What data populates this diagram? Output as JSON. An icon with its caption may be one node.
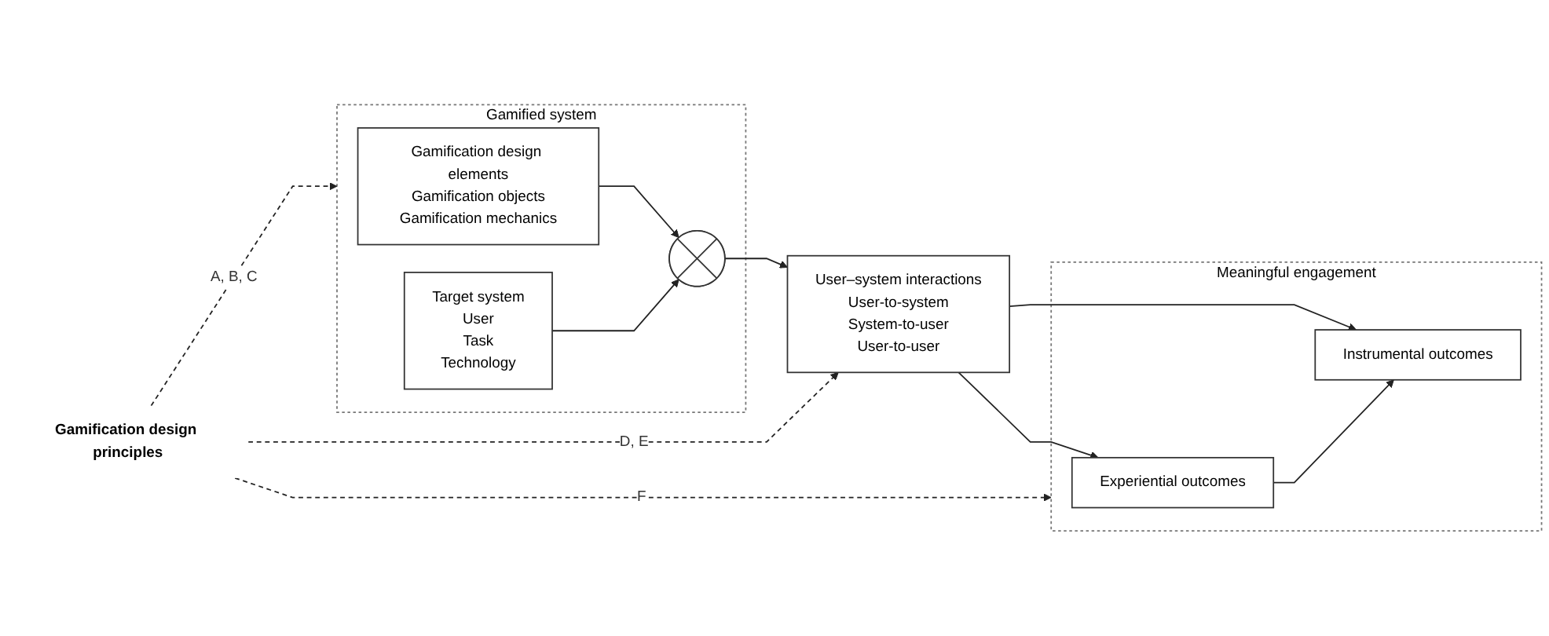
{
  "diagram": {
    "nodes": [
      {
        "text": [
          "Gamified system"
        ]
      },
      {
        "text": [
          "Gamification design elements",
          "Gamification objects",
          "Gamification mechanics"
        ],
        "in": 0
      },
      {
        "text": [],
        "shape": "circle",
        "in": 0
      },
      {
        "text": [
          "Target system",
          "User",
          "Task",
          "Technology"
        ],
        "in": 0
      },
      {
        "text": [
          "User–system interactions",
          "User-to-system",
          "System-to-user",
          "User-to-user"
        ]
      },
      {
        "text": [
          "Meaningful engagement"
        ]
      },
      {
        "text": [
          "Experiential outcomes"
        ],
        "in": 5
      },
      {
        "text": [
          "Instrumental outcomes"
        ],
        "in": 5
      },
      {
        "text": [
          "Gamification design principles"
        ]
      }
    ],
    "edges": [
      {
        "from": 1,
        "to": 2,
        "arrow": "to"
      },
      {
        "from": 3,
        "to": 2,
        "arrow": "to"
      },
      {
        "from": 2,
        "to": 4,
        "arrow": "to"
      },
      {
        "from": 4,
        "to": 6,
        "arrow": "to"
      },
      {
        "from": 4,
        "to": 7,
        "arrow": "to"
      },
      {
        "from": 6,
        "to": 7,
        "arrow": "to"
      },
      {
        "from": 8,
        "to": 0,
        "arrow": "to",
        "label": "A, B, C",
        "style": "dashed"
      },
      {
        "from": 8,
        "to": 4,
        "arrow": "to",
        "label": "D, E",
        "style": "dashed"
      },
      {
        "from": 8,
        "to": 5,
        "arrow": "to",
        "label": "F",
        "style": "dashed"
      }
    ]
  }
}
